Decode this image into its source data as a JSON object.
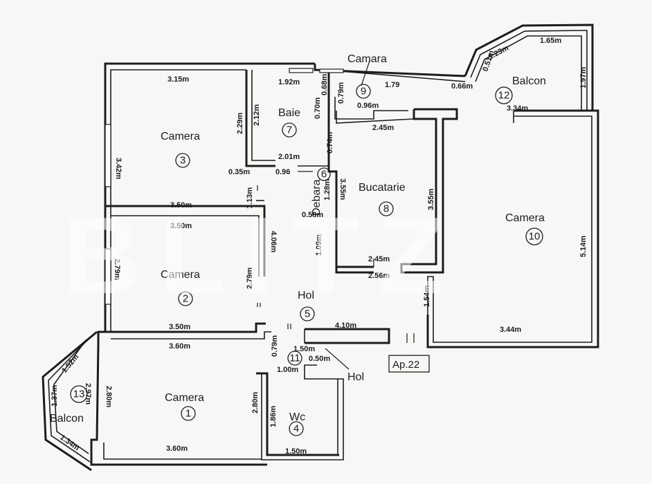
{
  "watermark": "BLITZ",
  "apartment_label": "Ap.22",
  "rooms": [
    {
      "id": "camera-3",
      "name": "Camera",
      "number": "3"
    },
    {
      "id": "camera-2",
      "name": "Camera",
      "number": "2"
    },
    {
      "id": "camera-1",
      "name": "Camera",
      "number": "1"
    },
    {
      "id": "balcon-13",
      "name": "Balcon",
      "number": "13"
    },
    {
      "id": "baie-7",
      "name": "Baie",
      "number": "7"
    },
    {
      "id": "camara-9",
      "name": "Camara",
      "number": "9"
    },
    {
      "id": "debara-6",
      "name": "Debara",
      "number": "6"
    },
    {
      "id": "bucatarie-8",
      "name": "Bucatarie",
      "number": "8"
    },
    {
      "id": "hol-5",
      "name": "Hol",
      "number": "5"
    },
    {
      "id": "hol-11",
      "name": "Hol",
      "number": "11"
    },
    {
      "id": "wc-4",
      "name": "Wc",
      "number": "4"
    },
    {
      "id": "camera-10",
      "name": "Camera",
      "number": "10"
    },
    {
      "id": "balcon-12",
      "name": "Balcon",
      "number": "12"
    }
  ],
  "dimensions": [
    "3.15m",
    "1.92m",
    "0.68m",
    "0.79m",
    "0.96m",
    "1.79",
    "0.66m",
    "1.23m",
    "1.65m",
    "0.51m",
    "1.97m",
    "3.34m",
    "3.42m",
    "2.29m",
    "2.12m",
    "0.70m",
    "2.45m",
    "2.01m",
    "0.35m",
    "0.96",
    "0.74m",
    "1.13m",
    "3.55m",
    "1.28m",
    "3.55m",
    "3.50m",
    "3.50m",
    "0.58m",
    "4.06m",
    "1.09m",
    "5.14m",
    "2.79m",
    "2.79m",
    "2.45m",
    "2.56m",
    "1.54m",
    "3.50m",
    "4.10m",
    "3.44m",
    "3.60m",
    "0.79m",
    "1.50m",
    "0.50m",
    "1.00m",
    "1.52m",
    "2.97m",
    "2.80m",
    "1.37m",
    "2.80m",
    "1.86m",
    "1.34m",
    "3.60m",
    "1.50m"
  ]
}
